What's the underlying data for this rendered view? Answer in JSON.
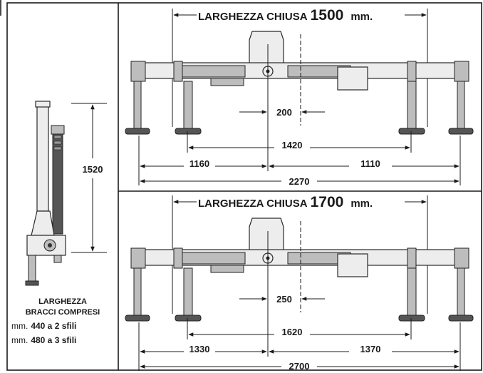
{
  "side_panel": {
    "height_value": "1520",
    "caption_line1": "LARGHEZZA",
    "caption_line2": "BRACCI COMPRESI",
    "width_2_prefix": "mm.",
    "width_2_value": "440 a 2 sfili",
    "width_3_prefix": "mm.",
    "width_3_value": "480 a 3 sfili"
  },
  "top_view": {
    "title_text": "LARGHEZZA CHIUSA",
    "title_value": "1500",
    "title_unit": "mm.",
    "dim_center": "200",
    "dim_inner": "1420",
    "dim_left": "1160",
    "dim_right": "1110",
    "dim_total": "2270"
  },
  "bottom_view": {
    "title_text": "LARGHEZZA CHIUSA",
    "title_value": "1700",
    "title_unit": "mm.",
    "dim_center": "250",
    "dim_inner": "1620",
    "dim_left": "1330",
    "dim_right": "1370",
    "dim_total": "2700"
  }
}
